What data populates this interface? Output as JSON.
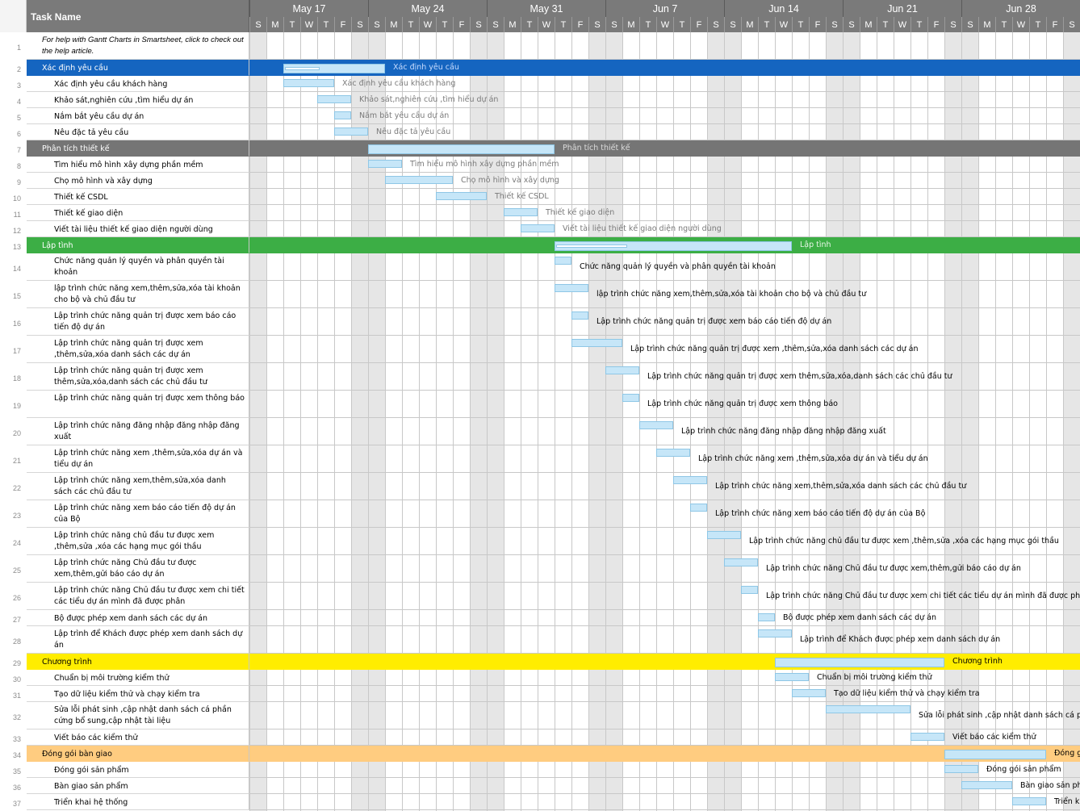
{
  "header": {
    "task_name": "Task Name"
  },
  "weeks": [
    "May 17",
    "May 24",
    "May 31",
    "Jun 7",
    "Jun 14",
    "Jun 21",
    "Jun 28"
  ],
  "days": [
    "S",
    "M",
    "T",
    "W",
    "T",
    "F",
    "S"
  ],
  "colors": {
    "blue": "#1565c0",
    "gray": "#757575",
    "green": "#3cae45",
    "yellow": "#ffed00",
    "orange": "#ffcc80",
    "bar": "#c6e6f8",
    "bar_border": "#8fc7e6",
    "weekend": "#e6e6e6",
    "grid": "#c8c8c8"
  },
  "rows": [
    {
      "num": "1",
      "name": "For help with Gantt Charts in Smartsheet, click to check out the help article.",
      "type": "help"
    },
    {
      "num": "2",
      "name": "Xác định yêu cầu",
      "type": "parent",
      "color": "blue",
      "start": 2,
      "end": 8,
      "progress": 0.35
    },
    {
      "num": "3",
      "name": "Xác định yêu cầu khách hàng",
      "type": "child",
      "start": 2,
      "end": 5
    },
    {
      "num": "4",
      "name": "Khảo sát,nghiên cứu ,tìm hiểu dự án",
      "type": "child",
      "start": 4,
      "end": 6
    },
    {
      "num": "5",
      "name": "Nắm bắt yêu cầu dự án",
      "type": "child",
      "start": 5,
      "end": 6
    },
    {
      "num": "6",
      "name": "Nêu đặc tả yêu cầu",
      "type": "child",
      "start": 5,
      "end": 7
    },
    {
      "num": "7",
      "name": "Phân tích thiết kế",
      "type": "parent",
      "color": "gray",
      "start": 7,
      "end": 18,
      "progress": 1
    },
    {
      "num": "8",
      "name": "Tìm hiểu mô hình xây dựng phần mềm",
      "type": "child",
      "start": 7,
      "end": 9
    },
    {
      "num": "9",
      "name": "Chọ mô hình và xây dựng",
      "type": "child",
      "start": 8,
      "end": 12
    },
    {
      "num": "10",
      "name": "Thiết kế CSDL",
      "type": "child",
      "start": 11,
      "end": 14
    },
    {
      "num": "11",
      "name": "Thiết kế giao diện",
      "type": "child",
      "start": 15,
      "end": 17
    },
    {
      "num": "12",
      "name": "Viết tài liệu thiết kế giao diện người dùng",
      "type": "child",
      "start": 16,
      "end": 18
    },
    {
      "num": "13",
      "name": "Lập tình",
      "type": "parent",
      "color": "green",
      "start": 18,
      "end": 32,
      "progress": 0.3
    },
    {
      "num": "14",
      "name": "Chức năng quản lý quyền và phân quyền tài khoản",
      "type": "child",
      "start": 18,
      "end": 19
    },
    {
      "num": "15",
      "name": "lập trình chức năng xem,thêm,sửa,xóa tài khoản cho bộ và chủ đầu tư",
      "type": "child",
      "start": 18,
      "end": 20
    },
    {
      "num": "16",
      "name": "Lập trình chức năng quản trị được xem báo cáo tiến độ dự án",
      "type": "child",
      "start": 19,
      "end": 20
    },
    {
      "num": "17",
      "name": "Lập trình chức năng quản trị được xem ,thêm,sửa,xóa danh sách các dự án",
      "type": "child",
      "start": 19,
      "end": 22
    },
    {
      "num": "18",
      "name": "Lập trình chức năng quản trị được xem thêm,sửa,xóa,danh sách các chủ đầu tư",
      "type": "child",
      "start": 21,
      "end": 23
    },
    {
      "num": "19",
      "name": "Lập trình chức năng quản trị được xem thông báo",
      "type": "child",
      "start": 22,
      "end": 23
    },
    {
      "num": "20",
      "name": "Lập trình chức năng đăng nhập đăng nhập đăng xuất",
      "type": "child",
      "start": 23,
      "end": 25
    },
    {
      "num": "21",
      "name": "Lập trình chức năng xem ,thêm,sửa,xóa dự án và tiểu dự án",
      "type": "child",
      "start": 24,
      "end": 26
    },
    {
      "num": "22",
      "name": "Lập trình chức năng xem,thêm,sửa,xóa danh sách các chủ đầu tư",
      "type": "child",
      "start": 25,
      "end": 27
    },
    {
      "num": "23",
      "name": "Lập trình chức năng xem báo cáo tiến độ dự án của Bộ",
      "type": "child",
      "start": 26,
      "end": 27
    },
    {
      "num": "24",
      "name": "Lập trình chức năng chủ đầu tư được xem ,thêm,sửa ,xóa các hạng mục gói thầu",
      "type": "child",
      "start": 27,
      "end": 29
    },
    {
      "num": "25",
      "name": "Lập trình chức năng Chủ đầu tư được xem,thêm,gửi báo cáo dự án",
      "type": "child",
      "start": 28,
      "end": 30
    },
    {
      "num": "26",
      "name": "Lập trình chức năng Chủ đầu tư được xem chi tiết các tiểu dự án mình đã được phân",
      "type": "child",
      "start": 29,
      "end": 30
    },
    {
      "num": "27",
      "name": "Bộ được phép xem danh sách các dự án",
      "type": "child",
      "start": 30,
      "end": 31
    },
    {
      "num": "28",
      "name": "Lập trình để Khách được phép xem danh sách dự án",
      "type": "child",
      "start": 30,
      "end": 32
    },
    {
      "num": "29",
      "name": "Chương trình",
      "type": "parent",
      "color": "yellow",
      "start": 31,
      "end": 41,
      "progress": 1
    },
    {
      "num": "30",
      "name": "Chuẩn bị môi trường kiểm thử",
      "type": "child",
      "start": 31,
      "end": 33
    },
    {
      "num": "31",
      "name": "Tạo dữ liệu kiểm thử và chạy kiểm tra",
      "type": "child",
      "start": 32,
      "end": 34
    },
    {
      "num": "32",
      "name": "Sửa lỗi phát sinh ,cập nhật danh sách cá phần cứng bổ sung,cập nhật tài liệu",
      "type": "child",
      "start": 34,
      "end": 39
    },
    {
      "num": "33",
      "name": "Viết báo các kiểm thử",
      "type": "child",
      "start": 39,
      "end": 41
    },
    {
      "num": "34",
      "name": "Đóng gói bàn giao",
      "type": "parent",
      "color": "orange",
      "start": 41,
      "end": 47,
      "progress": 1
    },
    {
      "num": "35",
      "name": "Đóng gói sản phẩm",
      "type": "child",
      "start": 41,
      "end": 43
    },
    {
      "num": "36",
      "name": "Bàn giao sản phẩm",
      "type": "child",
      "start": 42,
      "end": 45
    },
    {
      "num": "37",
      "name": "Triển khai hệ thống",
      "type": "child",
      "start": 45,
      "end": 47
    }
  ]
}
